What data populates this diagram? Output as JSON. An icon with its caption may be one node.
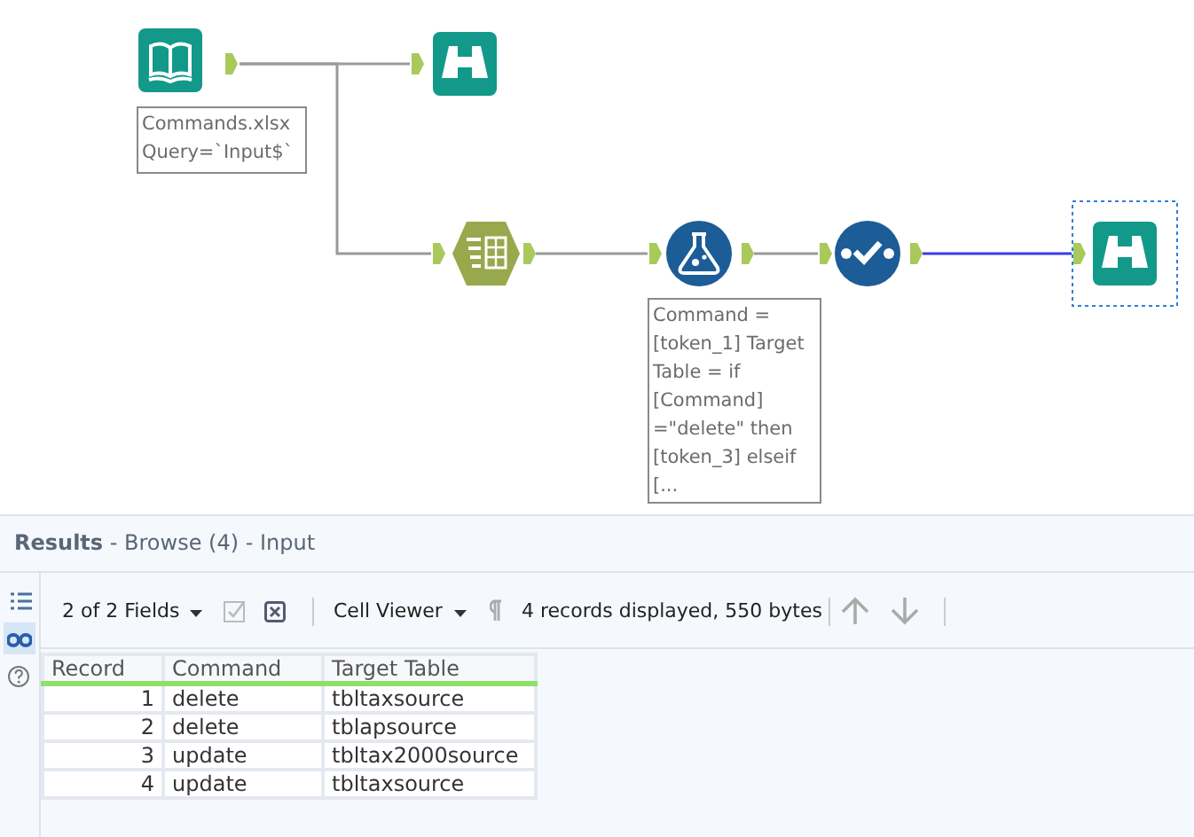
{
  "diagram": {
    "nodes": [
      {
        "text": [],
        "shape": "picture",
        "beside": [
          "Commands.xlsx Query=`Input$`"
        ]
      },
      {
        "text": [],
        "shape": "picture"
      },
      {
        "text": [],
        "shape": "picture"
      },
      {
        "text": [],
        "shape": "picture",
        "beside": [
          "Command = [token_1] Target Table = if [Command] =\"delete\" then [token_3] elseif [..."
        ]
      },
      {
        "text": [],
        "shape": "picture"
      },
      {
        "text": [],
        "shape": "picture"
      }
    ],
    "edges": [
      {
        "from": 0,
        "to": 1,
        "arrow": "none"
      },
      {
        "from": 0,
        "to": 2,
        "arrow": "none"
      },
      {
        "from": 2,
        "to": 3,
        "arrow": "none"
      },
      {
        "from": 3,
        "to": 4,
        "arrow": "none"
      },
      {
        "from": 4,
        "to": 5,
        "arrow": "none",
        "color": "#3a3ae6"
      }
    ],
    "labels": [
      "**Results** - Browse (4) - Input",
      "2 of 2 Fields",
      "Cell Viewer",
      "4 records displayed, 550 bytes",
      "Record",
      "Command",
      "Target Table",
      "1",
      "delete",
      "tbltaxsource",
      "2",
      "delete",
      "tblapsource",
      "3",
      "update",
      "tbltax2000source",
      "4",
      "update",
      "tbltaxsource"
    ]
  }
}
